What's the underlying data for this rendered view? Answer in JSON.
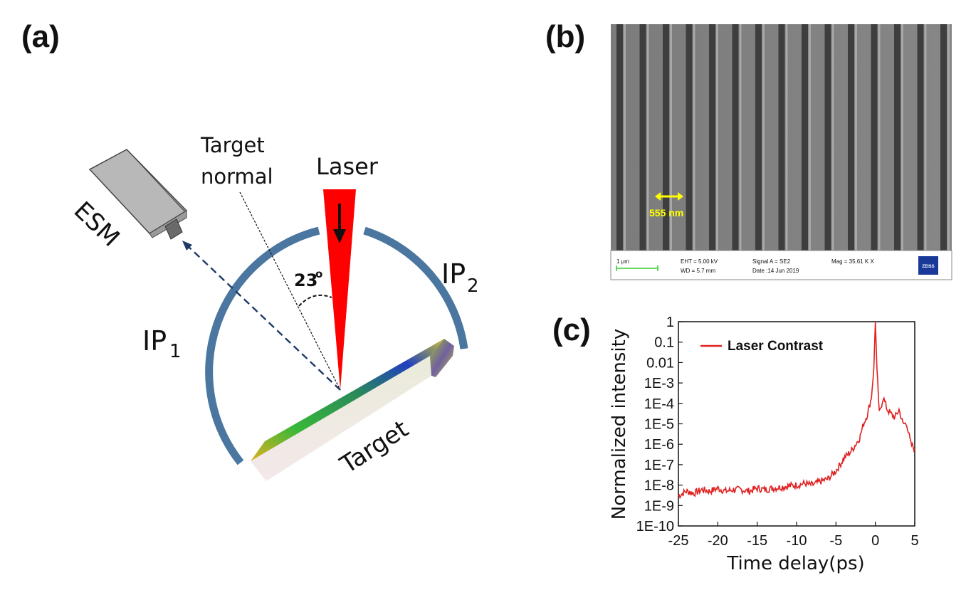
{
  "panels": {
    "a": "(a)",
    "b": "(b)",
    "c": "(c)"
  },
  "diagram": {
    "target_normal_line1": "Target",
    "target_normal_line2": "normal",
    "laser": "Laser",
    "angle": "23",
    "angle_deg": "o",
    "esm": "ESM",
    "ip1": "IP",
    "ip1_sub": "1",
    "ip2": "IP",
    "ip2_sub": "2",
    "target": "Target"
  },
  "sem": {
    "period": "555 nm",
    "scale": "1 μm",
    "eht": "EHT =  5.00 kV",
    "wd": "WD =  5.7 mm",
    "signal": "Signal A = SE2",
    "date": "Date :14 Jun 2019",
    "mag": "Mag =  35.61 K X",
    "logo": "ZEISS"
  },
  "chart_data": {
    "type": "line",
    "title": "",
    "xlabel": "Time delay(ps)",
    "ylabel": "Normalized intensity",
    "xlim": [
      -25,
      5
    ],
    "ylim_log10": [
      -10,
      0
    ],
    "yscale": "log",
    "x_ticks": [
      -25,
      -20,
      -15,
      -10,
      -5,
      0,
      5
    ],
    "y_tick_labels": [
      "1",
      "0.1",
      "0.01",
      "1E-3",
      "1E-4",
      "1E-5",
      "1E-6",
      "1E-7",
      "1E-8",
      "1E-9",
      "1E-10"
    ],
    "legend_position": "top-left",
    "colors": {
      "series": "#e02020"
    },
    "series": [
      {
        "name": "Laser Contrast",
        "x": [
          -25,
          -24,
          -23,
          -22,
          -21,
          -20,
          -19,
          -18,
          -17,
          -16,
          -15,
          -14,
          -13,
          -12,
          -11,
          -10,
          -9,
          -8,
          -7,
          -6,
          -5,
          -4,
          -3,
          -2,
          -1.5,
          -1,
          -0.5,
          -0.2,
          0,
          0.2,
          0.5,
          1,
          1.5,
          2,
          2.5,
          3,
          3.5,
          4,
          4.5,
          5
        ],
        "y": [
          3e-09,
          5e-09,
          4e-09,
          6e-09,
          5e-09,
          7e-09,
          5e-09,
          6e-09,
          6e-09,
          5e-09,
          7e-09,
          6e-09,
          7e-09,
          8e-09,
          9e-09,
          1e-08,
          1.2e-08,
          1e-08,
          1.5e-08,
          2e-08,
          5e-08,
          2e-07,
          5e-07,
          2e-06,
          1e-05,
          3e-05,
          0.0002,
          0.005,
          1,
          0.005,
          3e-05,
          0.0002,
          5e-05,
          3e-05,
          2e-05,
          5e-05,
          1e-05,
          1e-05,
          1e-06,
          6e-07
        ]
      }
    ]
  }
}
